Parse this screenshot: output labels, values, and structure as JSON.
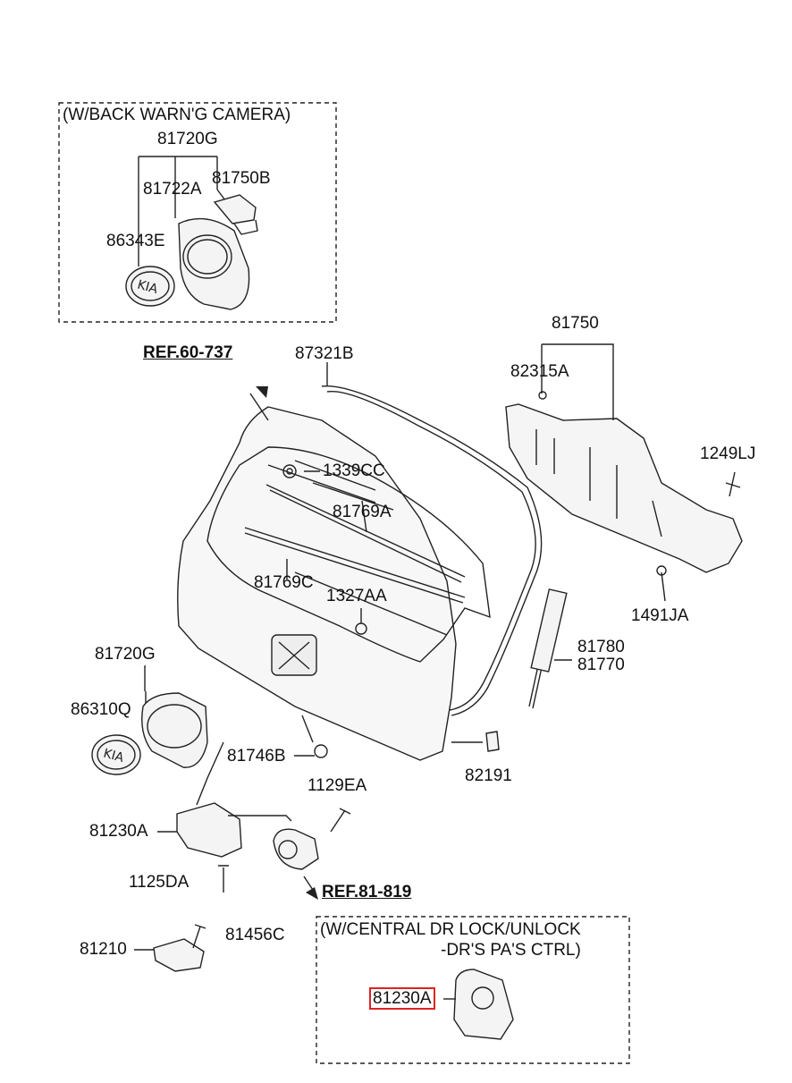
{
  "box_camera": {
    "title": "(W/BACK WARN'G CAMERA)"
  },
  "box_lock": {
    "title_line1": "(W/CENTRAL DR LOCK/UNLOCK",
    "title_line2": "-DR'S  PA'S CTRL)"
  },
  "refs": {
    "ref_top": "REF.60-737",
    "ref_bottom": "REF.81-819"
  },
  "labels": {
    "p81720G_top": "81720G",
    "p81722A": "81722A",
    "p81750B": "81750B",
    "p86343E": "86343E",
    "p81750": "81750",
    "p82315A": "82315A",
    "p87321B": "87321B",
    "p1339CC": "1339CC",
    "p81769A": "81769A",
    "p81769C": "81769C",
    "p1327AA": "1327AA",
    "p1249LJ": "1249LJ",
    "p1491JA": "1491JA",
    "p81780": "81780",
    "p81770": "81770",
    "p81720G_mid": "81720G",
    "p86310Q": "86310Q",
    "p81746B": "81746B",
    "p82191": "82191",
    "p1129EA": "1129EA",
    "p81230A": "81230A",
    "p1125DA": "1125DA",
    "p81210": "81210",
    "p81456C": "81456C",
    "p81230A_hl": "81230A"
  },
  "colors": {
    "line": "#222222",
    "highlight": "#dd2222",
    "fill": "#f4f4f4"
  }
}
